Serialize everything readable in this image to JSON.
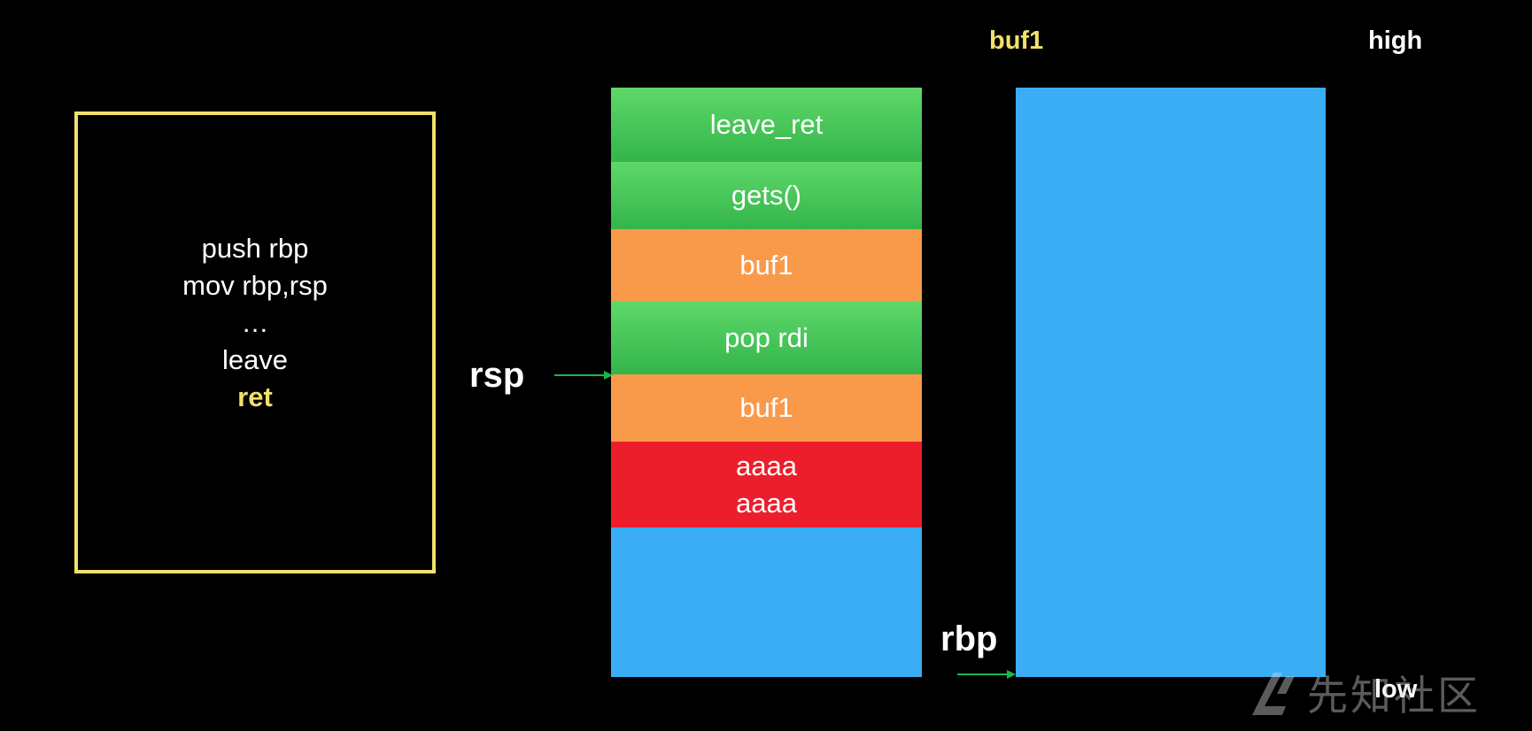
{
  "code_box": {
    "lines": [
      {
        "text": "push rbp",
        "highlight": false
      },
      {
        "text": "mov rbp,rsp",
        "highlight": false
      },
      {
        "text": "…",
        "highlight": false
      },
      {
        "text": "leave",
        "highlight": false
      },
      {
        "text": "ret",
        "highlight": true
      }
    ],
    "border_color": "#f2e06a"
  },
  "stack": {
    "slots": [
      {
        "lines": [
          "leave_ret"
        ],
        "color": "green"
      },
      {
        "lines": [
          "gets()"
        ],
        "color": "green"
      },
      {
        "lines": [
          "buf1"
        ],
        "color": "orange"
      },
      {
        "lines": [
          "pop rdi"
        ],
        "color": "green"
      },
      {
        "lines": [
          "buf1"
        ],
        "color": "orange"
      },
      {
        "lines": [
          "aaaa",
          "aaaa"
        ],
        "color": "red"
      },
      {
        "lines": [],
        "color": "blue"
      }
    ]
  },
  "buffer": {
    "title": "buf1",
    "top_label": "high",
    "bottom_label": "low",
    "color": "#3badf4"
  },
  "pointers": {
    "rsp": "rsp",
    "rbp": "rbp"
  },
  "colors": {
    "green": "#33b54a",
    "orange": "#f99a4a",
    "red": "#ec1e2c",
    "blue": "#3badf4",
    "yellow": "#f2e06a",
    "arrow": "#19b84a"
  },
  "watermark": {
    "text": "先知社区",
    "icon": "xianzhi-logo-icon"
  }
}
